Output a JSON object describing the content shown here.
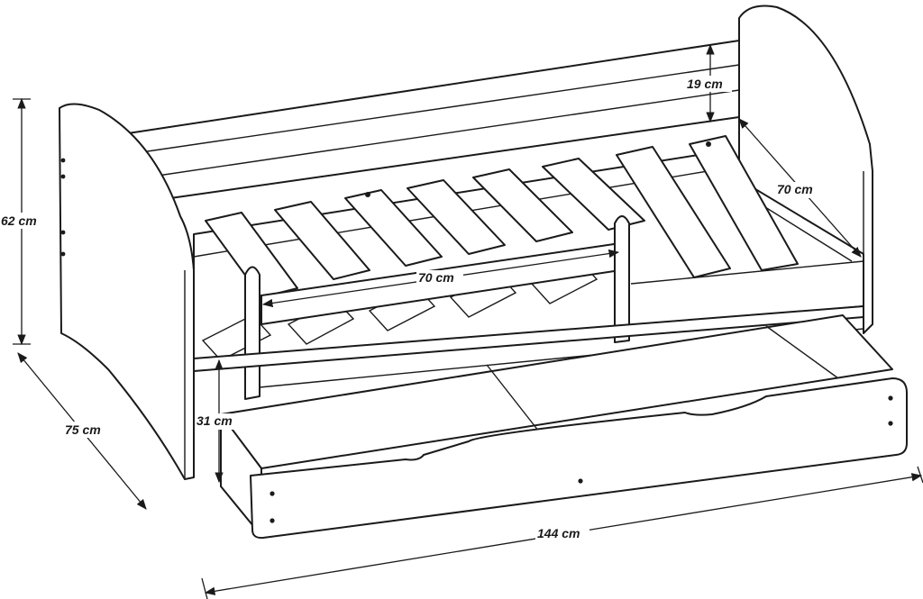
{
  "dimensions": {
    "height_total": "62 cm",
    "depth": "75 cm",
    "drawer_height": "31 cm",
    "length": "144 cm",
    "headboard_panel": "19 cm",
    "guard_rail": "70 cm",
    "rail_span": "70 cm"
  },
  "colors": {
    "line": "#1a1a1a",
    "fill": "#ffffff"
  }
}
